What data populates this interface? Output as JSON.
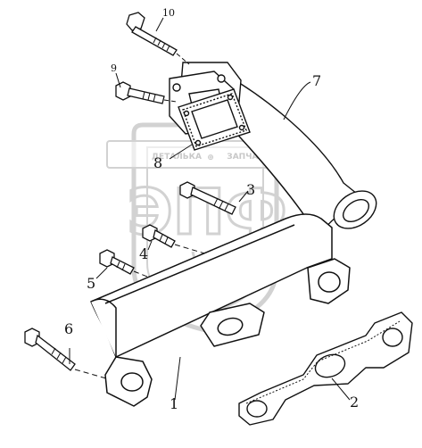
{
  "colors": {
    "line": "#111111",
    "watermark": "#d2d2d2",
    "background": "#ffffff"
  },
  "watermark": {
    "big_text": "ЭПФ",
    "band_left": "ДЕТАЛЬКА",
    "band_right": "ЗАПЧАСТИ",
    "mark": "⊕"
  },
  "callouts": [
    {
      "id": "1",
      "label": "1"
    },
    {
      "id": "2",
      "label": "2"
    },
    {
      "id": "3",
      "label": "3"
    },
    {
      "id": "4",
      "label": "4"
    },
    {
      "id": "5",
      "label": "5"
    },
    {
      "id": "6",
      "label": "6"
    },
    {
      "id": "7",
      "label": "7"
    },
    {
      "id": "8",
      "label": "8"
    },
    {
      "id": "9",
      "label": "9"
    },
    {
      "id": "10",
      "label": "10"
    }
  ]
}
